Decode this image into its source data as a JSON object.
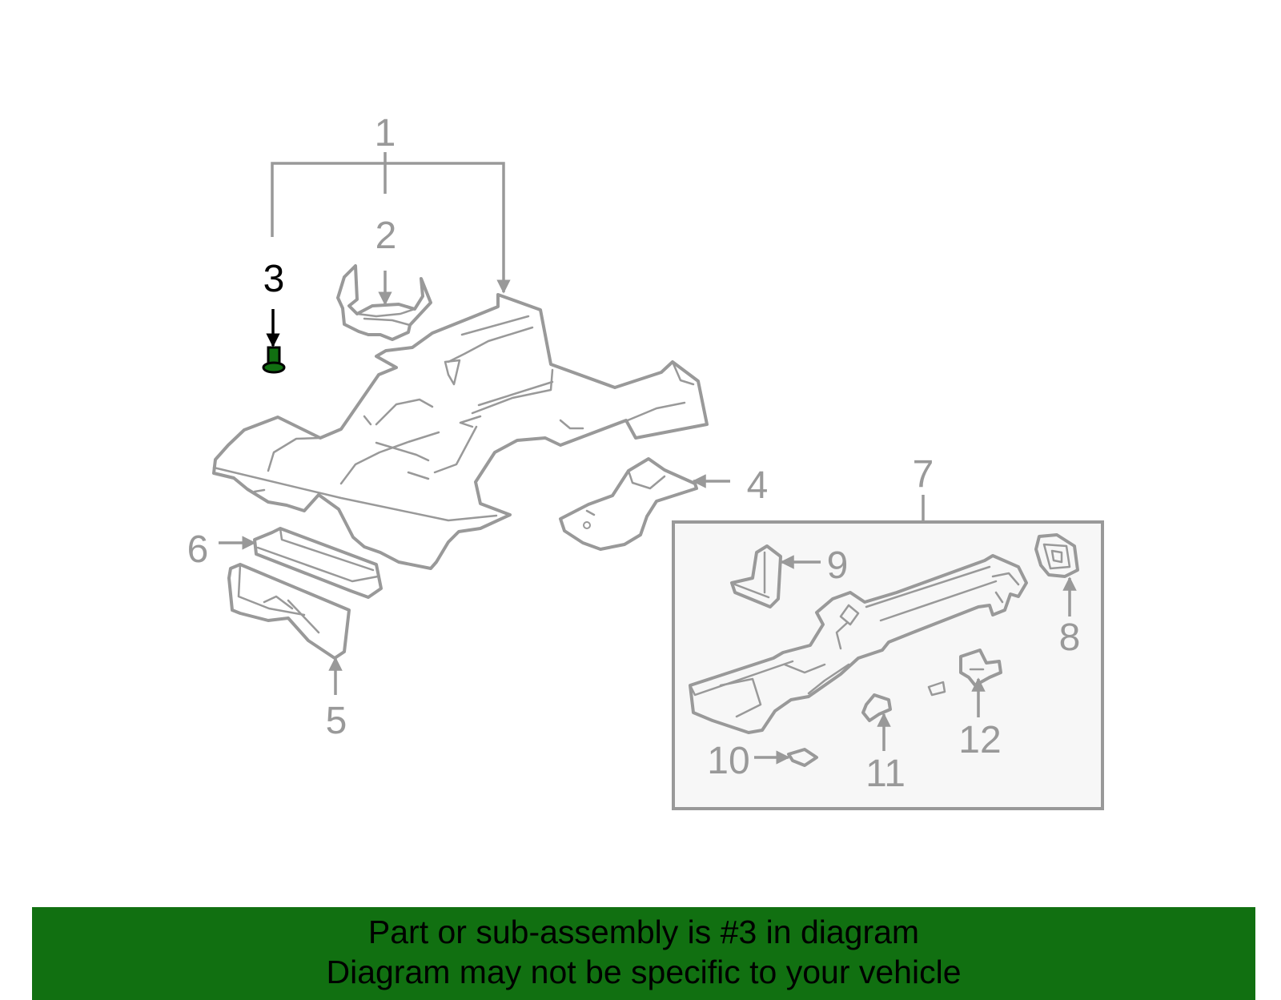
{
  "diagram": {
    "callouts": {
      "c1": "1",
      "c2": "2",
      "c3": "3",
      "c4": "4",
      "c5": "5",
      "c6": "6",
      "c7": "7",
      "c8": "8",
      "c9": "9",
      "c10": "10",
      "c11": "11",
      "c12": "12"
    },
    "highlighted_part": "3",
    "colors": {
      "outline": "#999999",
      "highlight_part": "#117011",
      "highlight_label": "#000000",
      "inset_background": "#f7f7f7"
    }
  },
  "banner": {
    "line1": "Part or sub-assembly is #3 in diagram",
    "line2": "Diagram may not be specific to your vehicle",
    "background": "#117011"
  }
}
